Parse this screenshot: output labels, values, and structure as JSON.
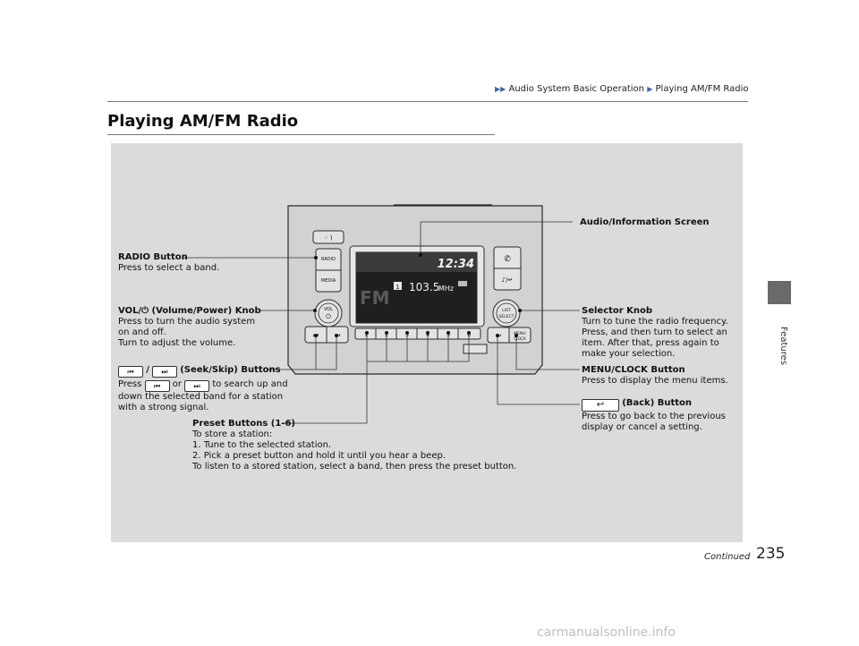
{
  "breadcrumb": {
    "part1": "Audio System Basic Operation",
    "part2": "Playing AM/FM Radio"
  },
  "page_title": "Playing AM/FM Radio",
  "side_label": "Features",
  "device": {
    "clock": "12:34",
    "frequency": "103.5",
    "unit": "MHz",
    "band": "FM",
    "band_number": "1",
    "preset_numbers": [
      "1",
      "2",
      "3",
      "4",
      "5",
      "6"
    ],
    "radio_btn": "RADIO",
    "media_btn": "MEDIA",
    "vol_btn": "VOL",
    "select_btn_line1": "LIST",
    "select_btn_line2": "SELECT",
    "menu_btn_line1": "MENU",
    "menu_btn_line2": "CLOCK"
  },
  "labels": {
    "audio_screen_title": "Audio/Information Screen",
    "radio_title": "RADIO Button",
    "radio_desc": "Press to select a band.",
    "vol_title_pre": "VOL/",
    "vol_title_post": "(Volume/Power) Knob",
    "vol_desc1": "Press to turn the audio system",
    "vol_desc2": "on and off.",
    "vol_desc3": "Turn to adjust the volume.",
    "seek_sep": "/",
    "seek_title": "(Seek/Skip) Buttons",
    "seek_press": "Press",
    "seek_or": "or",
    "seek_desc1": "to search up and",
    "seek_desc2": "down the selected band for a station",
    "seek_desc3": "with a strong signal.",
    "preset_title": "Preset Buttons (1-6)",
    "preset_desc1": "To store a station:",
    "preset_desc2": "1.  Tune to the selected station.",
    "preset_desc3": "2.  Pick a preset button and hold it until you hear a beep.",
    "preset_desc4": "To listen to a stored station, select a band, then press the preset button.",
    "selector_title": "Selector Knob",
    "selector_desc1": "Turn to tune the radio frequency.",
    "selector_desc2": "Press, and then turn to select an",
    "selector_desc3": "item. After that, press again to",
    "selector_desc4": "make your selection.",
    "menu_title": "MENU/CLOCK Button",
    "menu_desc": "Press to display the menu items.",
    "back_title": "(Back) Button",
    "back_desc1": "Press to go back to the previous",
    "back_desc2": "display or cancel a setting."
  },
  "footer": {
    "continued": "Continued",
    "page_number": "235"
  },
  "watermark": "carmanualsonline.info"
}
